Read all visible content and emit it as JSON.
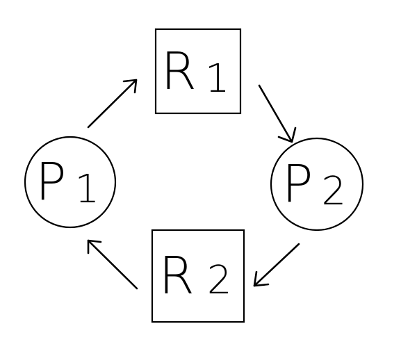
{
  "diagram": {
    "nodes": [
      {
        "id": "P1",
        "label": "P",
        "subscript": "1",
        "shape": "circle"
      },
      {
        "id": "R1",
        "label": "R",
        "subscript": "1",
        "shape": "square"
      },
      {
        "id": "P2",
        "label": "P",
        "subscript": "2",
        "shape": "circle"
      },
      {
        "id": "R2",
        "label": "R",
        "subscript": "2",
        "shape": "square"
      }
    ],
    "edges": [
      {
        "from": "P1",
        "to": "R1"
      },
      {
        "from": "R1",
        "to": "P2"
      },
      {
        "from": "P2",
        "to": "R2"
      },
      {
        "from": "R2",
        "to": "P1"
      }
    ]
  },
  "colors": {
    "stroke": "#000000",
    "background": "#ffffff"
  }
}
